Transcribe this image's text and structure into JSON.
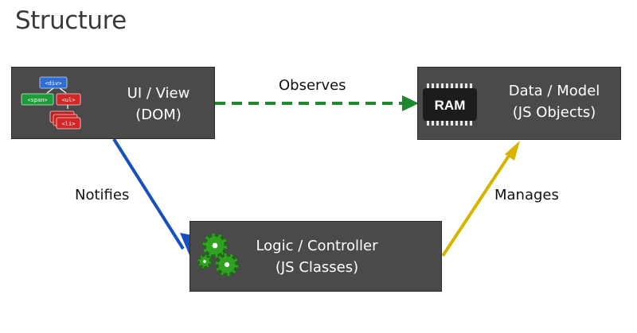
{
  "title": "Structure",
  "nodes": {
    "view": {
      "line1": "UI / View",
      "line2": "(DOM)"
    },
    "model": {
      "line1": "Data / Model",
      "line2": "(JS Objects)"
    },
    "controller": {
      "line1": "Logic / Controller",
      "line2": "(JS Classes)"
    }
  },
  "edges": {
    "observes": "Observes",
    "notifies": "Notifies",
    "manages": "Manages"
  },
  "dom_icon": {
    "div": "<div>",
    "span": "<span>",
    "ul": "<ul>",
    "li": "<li>"
  },
  "ram_label": "RAM",
  "colors": {
    "box": "#4a4a4a",
    "observes": "#1e8a2e",
    "notifies": "#1450c0",
    "manages": "#d8b400",
    "gear": "#2fa31f"
  }
}
